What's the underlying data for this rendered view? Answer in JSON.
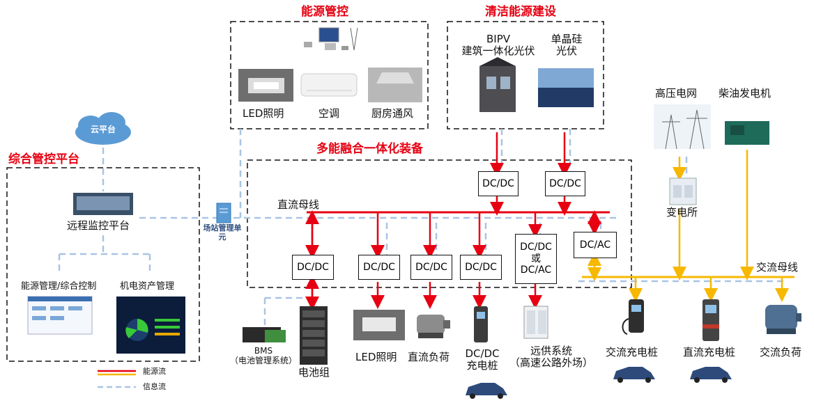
{
  "sections": {
    "energy_control": "能源管控",
    "clean_energy": "清洁能源建设",
    "integrated_equipment": "多能融合一体化装备",
    "management_platform": "综合管控平台"
  },
  "energy_control": {
    "led": "LED照明",
    "ac": "空调",
    "kitchen": "厨房通风"
  },
  "clean_energy": {
    "bipv_line1": "BIPV",
    "bipv_line2": "建筑一体化光伏",
    "mono_line1": "单晶硅",
    "mono_line2": "光伏"
  },
  "platform": {
    "cloud": "云平台",
    "remote": "远程监控平台",
    "energy_mgmt": "能源管理/综合控制",
    "asset_mgmt": "机电资产管理",
    "station_unit_line1": "场站管理单",
    "station_unit_line2": "元"
  },
  "converters": {
    "pv1": "DC/DC",
    "pv2": "DC/DC",
    "battery": "DC/DC",
    "led": "DC/DC",
    "dc_load": "DC/DC",
    "charger": "DC/DC",
    "remote_line1": "DC/DC",
    "remote_line2": "或",
    "remote_line3": "DC/AC",
    "inverter": "DC/AC"
  },
  "bus": {
    "dc": "直流母线",
    "ac": "交流母线"
  },
  "grid": {
    "hv": "高压电网",
    "diesel": "柴油发电机",
    "substation": "变电所"
  },
  "loads": {
    "bms_line1": "BMS",
    "bms_line2": "（电池管理系统）",
    "battery": "电池组",
    "led": "LED照明",
    "dc_load": "直流负荷",
    "dc_charger_line1": "DC/DC",
    "dc_charger_line2": "充电桩",
    "remote_line1": "远供系统",
    "remote_line2": "（高速公路外场）",
    "ac_charger": "交流充电桩",
    "dc_fast_charger": "直流充电桩",
    "ac_load": "交流负荷"
  },
  "legend": {
    "energy_flow": "能源流",
    "info_flow": "信息流"
  },
  "colors": {
    "energy_red": "#e60012",
    "energy_yellow": "#f6b800",
    "info_blue": "#a9c4e4",
    "title_red": "#e60012"
  }
}
